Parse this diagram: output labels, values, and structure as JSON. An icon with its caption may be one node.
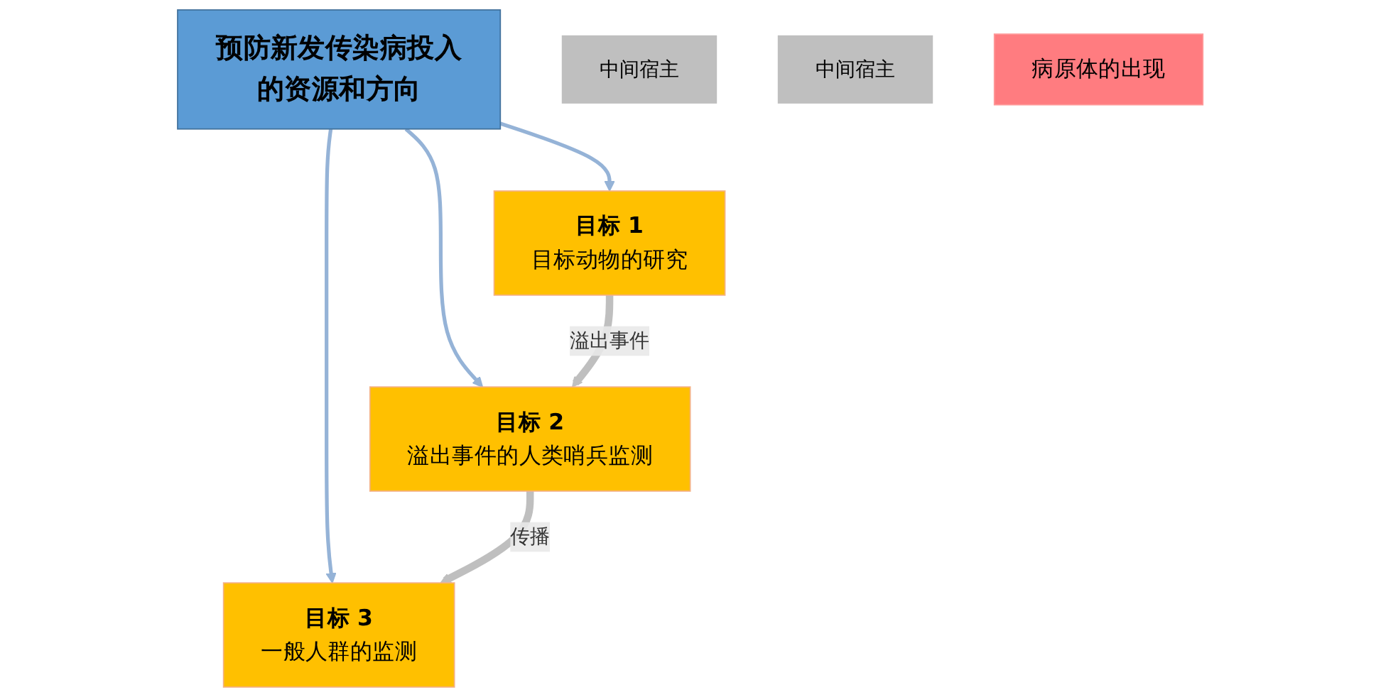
{
  "diagram": {
    "nodes": [
      {
        "text": [
          "预防新发传染病投入的资源和方向"
        ]
      },
      {
        "text": [
          "目标 1",
          "目标动物的研究"
        ]
      },
      {
        "text": [
          "中间宿主"
        ]
      },
      {
        "text": [
          "目标 2",
          "溢出事件的人类哨兵监测"
        ]
      },
      {
        "text": [
          "中间宿主"
        ]
      },
      {
        "text": [
          "目标 3",
          "一般人群的监测"
        ]
      },
      {
        "text": [
          "病原体的出现"
        ]
      }
    ],
    "edges": [
      {
        "from": 0,
        "to": 1,
        "arrow": "to",
        "color": "#95b3d7"
      },
      {
        "from": 0,
        "to": 3,
        "arrow": "to",
        "color": "#95b3d7"
      },
      {
        "from": 0,
        "to": 5,
        "arrow": "to",
        "color": "#95b3d7"
      },
      {
        "from": 1,
        "to": 3,
        "arrow": "to",
        "label": "溢出事件",
        "style": "thick",
        "color": "#bfbfbf"
      },
      {
        "from": 3,
        "to": 5,
        "arrow": "to",
        "label": "传播",
        "style": "thick",
        "color": "#bfbfbf"
      }
    ]
  }
}
